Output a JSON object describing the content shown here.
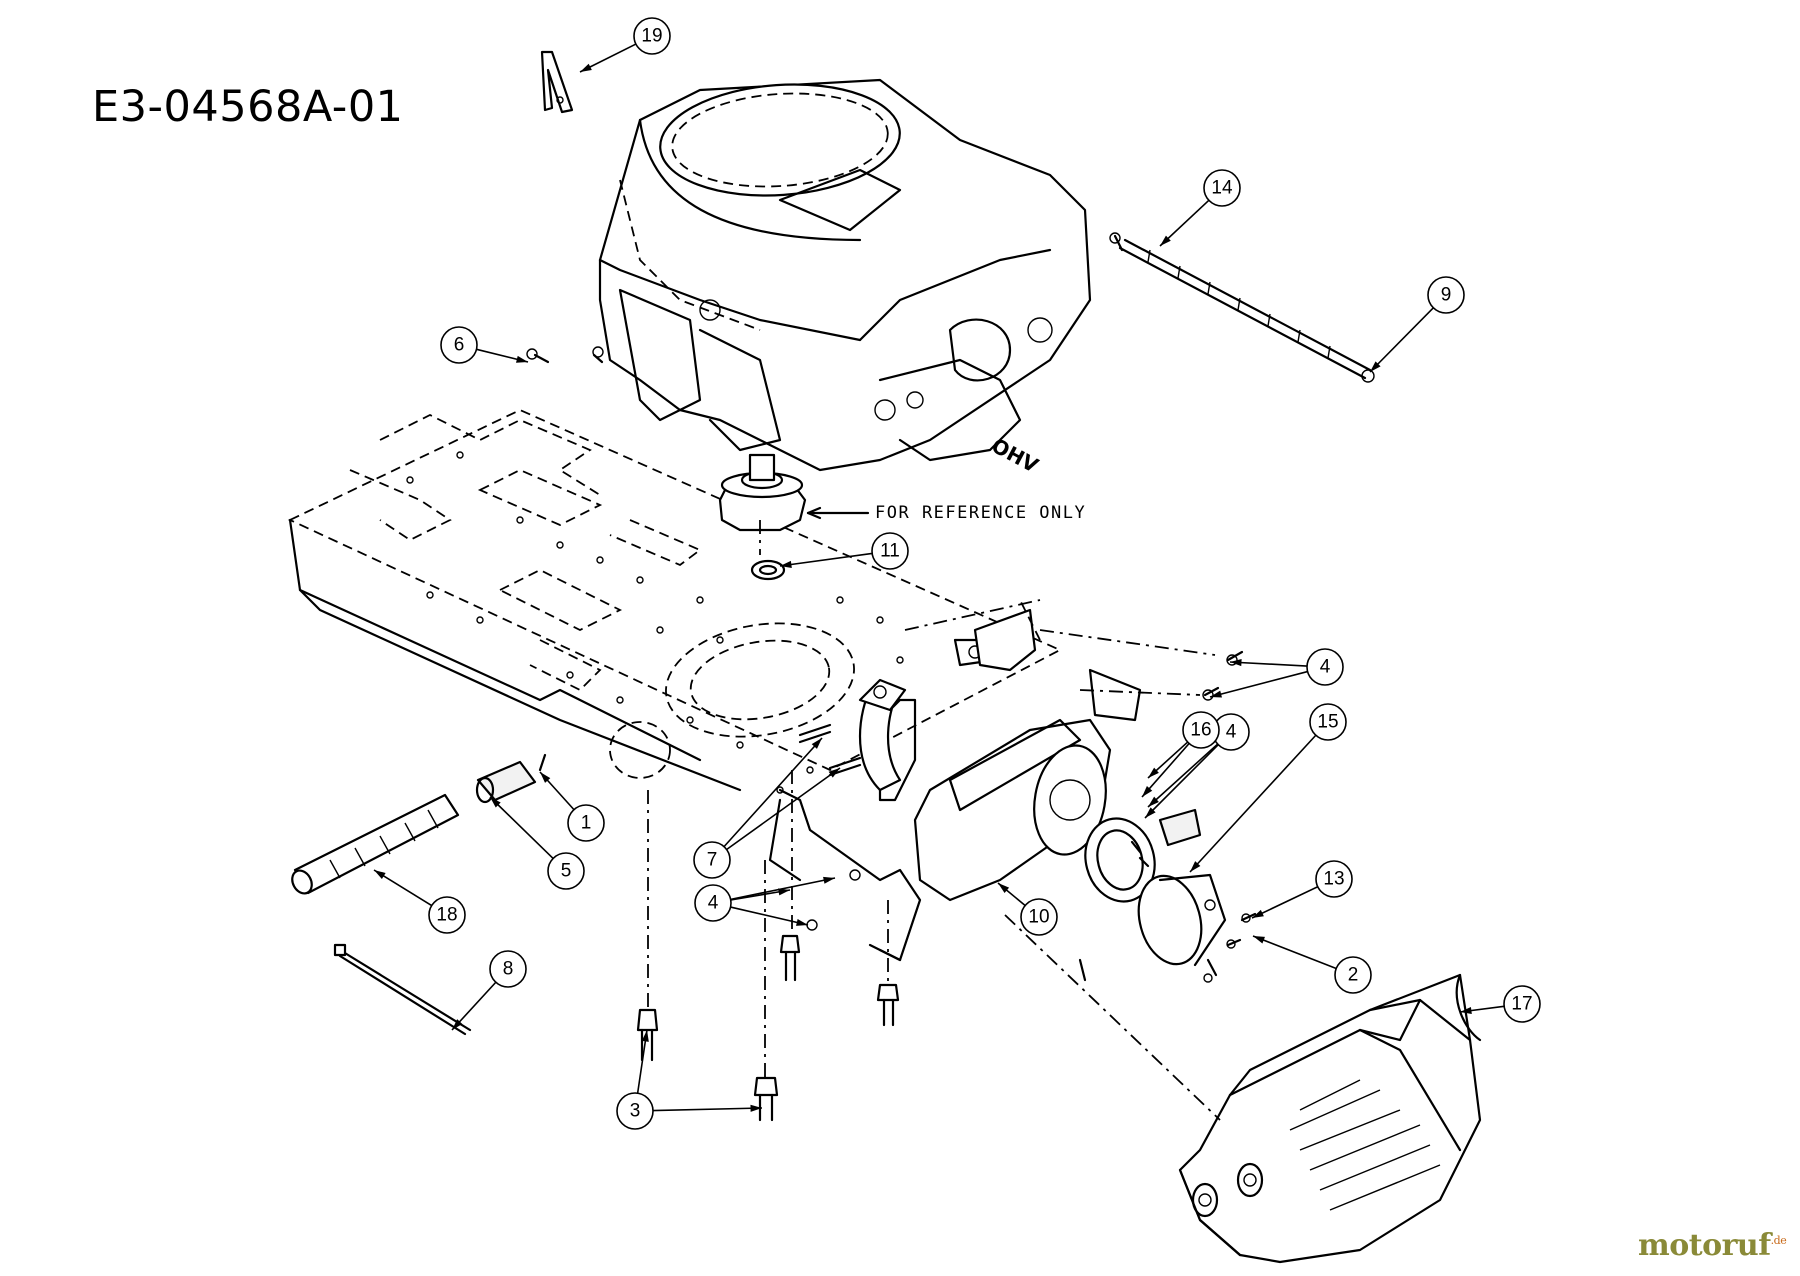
{
  "diagram": {
    "drawing_code": "E3-04568A-01",
    "reference_note": "FOR REFERENCE ONLY",
    "engine_label": "OHV",
    "watermark": {
      "brand": "motoruf",
      "suffix": ".de"
    },
    "callouts": [
      "19",
      "14",
      "9",
      "6",
      "11",
      "4",
      "4",
      "15",
      "13",
      "2",
      "10",
      "17",
      "1",
      "7",
      "5",
      "16",
      "4",
      "18",
      "8",
      "3"
    ]
  }
}
